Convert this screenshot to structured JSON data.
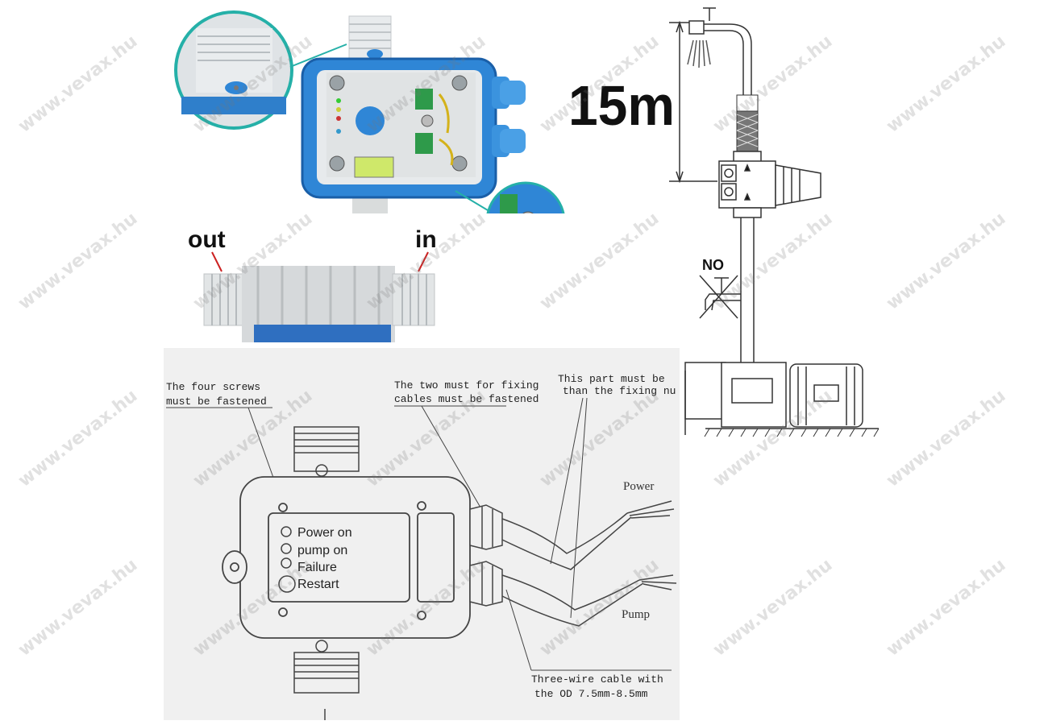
{
  "photo": {
    "out_label": "out",
    "in_label": "in"
  },
  "install": {
    "height_label": "15m",
    "no_label": "NO"
  },
  "manual": {
    "screws_note_line1": "The four screws",
    "screws_note_line2": "must be fastened",
    "nut_note_line1": "The two must for fixing",
    "nut_note_line2": "cables must be fastened",
    "part_note_line1": "This part must be",
    "part_note_line2": "than the fixing nu",
    "led_power_on": "Power on",
    "led_pump_on": "pump on",
    "led_failure": "Failure",
    "led_restart": "Restart",
    "cable_power": "Power",
    "cable_pump": "Pump",
    "cable_note_line1": "Three-wire cable with",
    "cable_note_line2": "the OD 7.5mm-8.5mm"
  },
  "watermark": "www.vevax.hu",
  "colors": {
    "housing_blue": "#2f86d6",
    "housing_dark": "#1a5fa8",
    "accent_red": "#cc2222"
  }
}
